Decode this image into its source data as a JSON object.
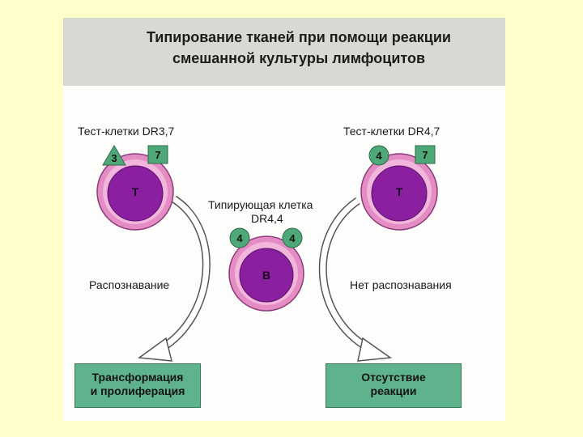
{
  "title": {
    "line1": "Типирование тканей при помощи реакции",
    "line2": "смешанной культуры лимфоцитов"
  },
  "left_cell": {
    "label": "Тест-клетки DR3,7",
    "marker_triangle": "3",
    "marker_square": "7",
    "nucleus": "T"
  },
  "right_cell": {
    "label": "Тест-клетки DR4,7",
    "marker_circle": "4",
    "marker_square": "7",
    "nucleus": "T"
  },
  "typing_cell": {
    "label_line1": "Типирующая клетка",
    "label_line2": "DR4,4",
    "marker_left": "4",
    "marker_right": "4",
    "nucleus": "B"
  },
  "recognition_label": "Распознавание",
  "no_recognition_label": "Нет распознавания",
  "result_left": {
    "line1": "Трансформация",
    "line2": "и пролиферация"
  },
  "result_right": {
    "line1": "Отсутствие",
    "line2": "реакции"
  },
  "colors": {
    "page_background": "#ffffcc",
    "title_band": "#d9d9d4",
    "cell_membrane": "#e48cc4",
    "cell_nucleus": "#8a1fa0",
    "marker_green": "#4fa878",
    "result_box": "#5fb38c"
  }
}
